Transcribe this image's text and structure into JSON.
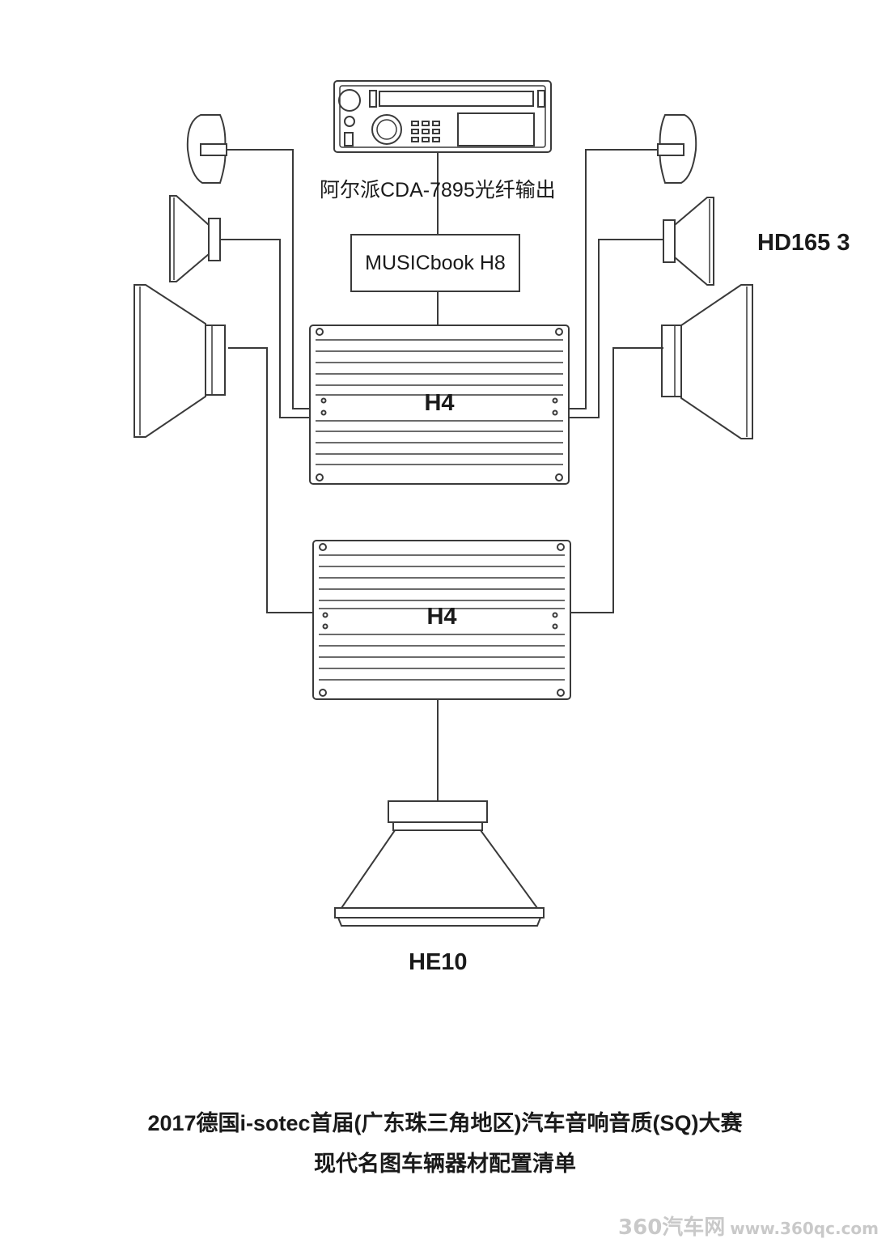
{
  "labels": {
    "head_unit": "阿尔派CDA-7895光纤输出",
    "processor": "MUSICbook H8",
    "amp_top": "H4",
    "amp_bottom": "H4",
    "speakers": "HD165 3",
    "subwoofer": "HE10"
  },
  "caption": {
    "line1": "2017德国i-sotec首届(广东珠三角地区)汽车音响音质(SQ)大赛",
    "line2": "现代名图车辆器材配置清单"
  },
  "watermark": {
    "brand": "360汽车网",
    "url": "www.360qc.com"
  },
  "colors": {
    "line": "#3a3a3a",
    "background": "#ffffff"
  }
}
